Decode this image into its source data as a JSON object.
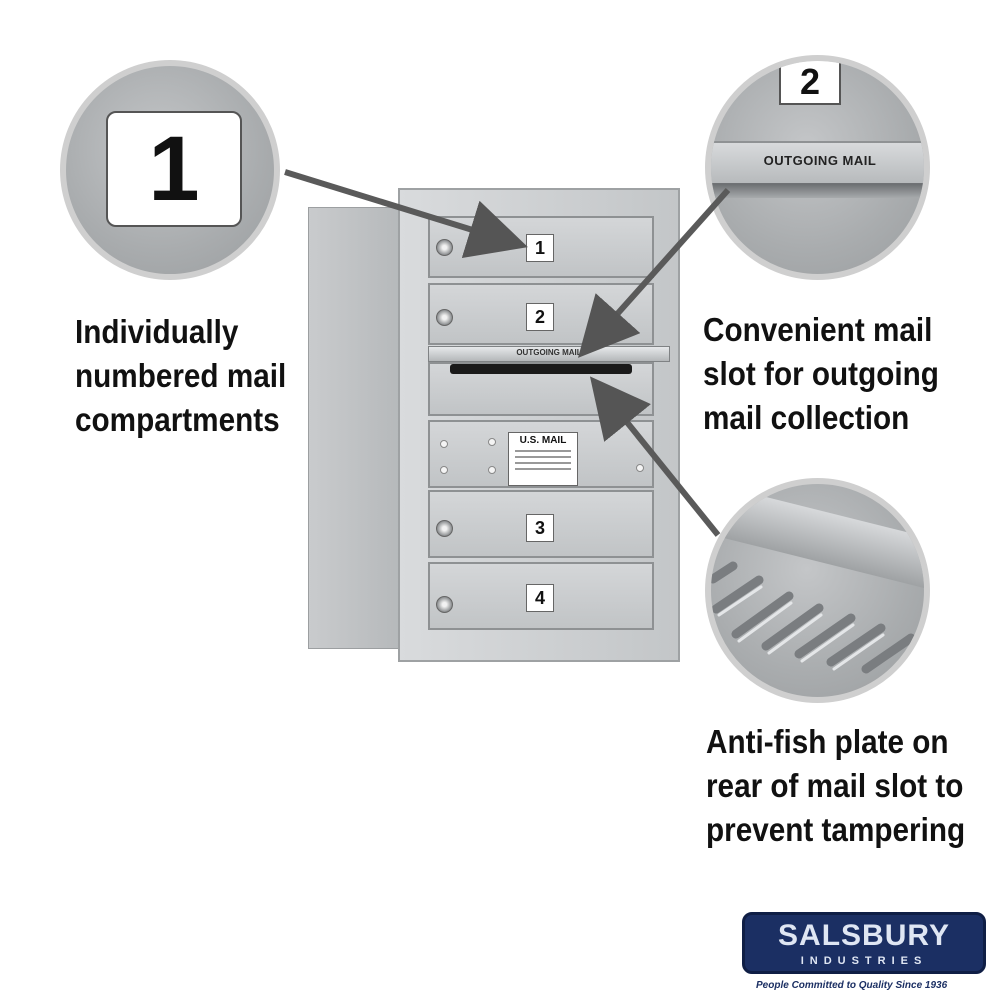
{
  "callouts": {
    "compartment_tag": "1",
    "slot_tag": "2",
    "slot_label": "OUTGOING MAIL"
  },
  "mailbox": {
    "doors": [
      {
        "number": "1"
      },
      {
        "number": "2"
      },
      {
        "number": "3"
      },
      {
        "number": "4"
      }
    ],
    "slot_label": "OUTGOING MAIL",
    "mail_label_title": "U.S. MAIL"
  },
  "captions": {
    "left": "Individually numbered mail compartments",
    "right_top": "Convenient mail slot for outgoing mail collection",
    "right_bottom": "Anti-fish plate on rear of mail slot to prevent tampering"
  },
  "logo": {
    "name": "SALSBURY",
    "sub": "INDUSTRIES",
    "tagline": "People Committed to Quality Since 1936",
    "brand_color": "#1b2f63"
  }
}
